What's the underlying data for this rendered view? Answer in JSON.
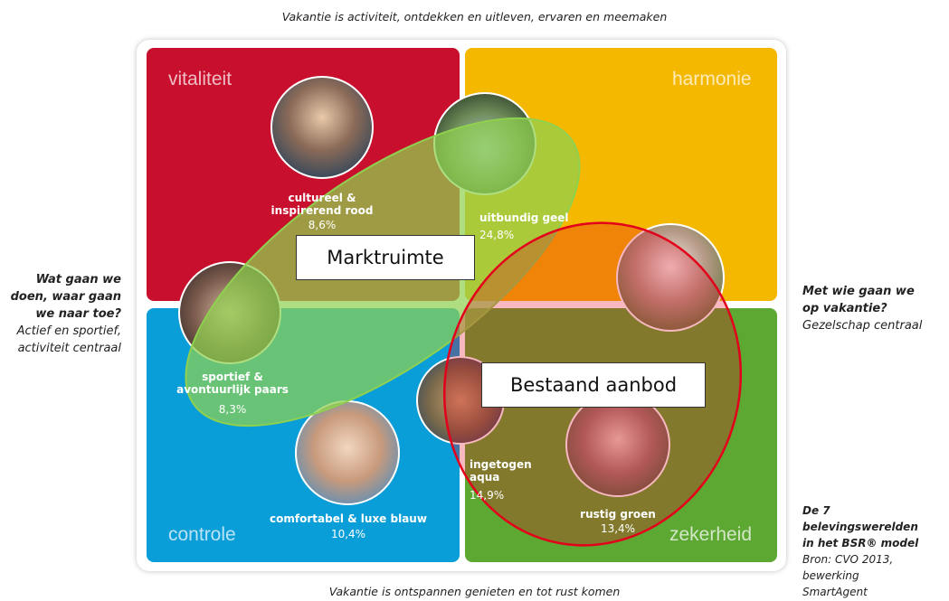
{
  "captions": {
    "top": "Vakantie is activiteit, ontdekken en uitleven, ervaren en meemaken",
    "bottom": "Vakantie is ontspannen genieten en tot rust komen"
  },
  "left_axis": {
    "heading": [
      "Wat gaan we",
      "doen, waar gaan",
      "we naar toe?"
    ],
    "sub": [
      "Actief en sportief,",
      "activiteit centraal"
    ]
  },
  "right_axis": {
    "heading": [
      "Met wie gaan we",
      "op vakantie?"
    ],
    "sub": [
      "Gezelschap centraal"
    ]
  },
  "model_note": {
    "heading": [
      "De 7 belevingswerelden",
      "in het BSR® model"
    ],
    "sub": [
      "Bron: CVO 2013, bewerking",
      "SmartAgent"
    ]
  },
  "quadrants": {
    "top_left": "vitaliteit",
    "top_right": "harmonie",
    "bottom_left": "controle",
    "bottom_right": "zekerheid"
  },
  "colors": {
    "vitaliteit": "#c8102e",
    "harmonie": "#f5b800",
    "controle": "#0a9ed9",
    "zekerheid": "#5da832",
    "marktruimte_fill": "#8fd14f",
    "bestaand_outline": "#e3001b"
  },
  "worlds": [
    {
      "name_lines": [
        "cultureel &",
        "inspirerend rood"
      ],
      "percentage": "8,6%",
      "photo": "people-dining-photo"
    },
    {
      "name_lines": [
        "uitbundig geel"
      ],
      "percentage": "24,8%",
      "photo": "canoe-photo"
    },
    {
      "name_lines": [
        "sportief &",
        "avontuurlijk paars"
      ],
      "percentage": "8,3%",
      "photo": "climbing-photo"
    },
    {
      "name_lines": [
        "comfortabel & luxe blauw"
      ],
      "percentage": "10,4%",
      "photo": "family-photo"
    },
    {
      "name_lines": [
        "ingetogen",
        "aqua"
      ],
      "percentage": "14,9%",
      "photo": "hikers-photo"
    },
    {
      "name_lines": [
        "rustig groen"
      ],
      "percentage": "13,4%",
      "photo": "walking-couple-photo"
    }
  ],
  "extra_photos": [
    "jumping-family-photo"
  ],
  "overlays": {
    "marktruimte": "Marktruimte",
    "bestaand_aanbod": "Bestaand aanbod"
  }
}
